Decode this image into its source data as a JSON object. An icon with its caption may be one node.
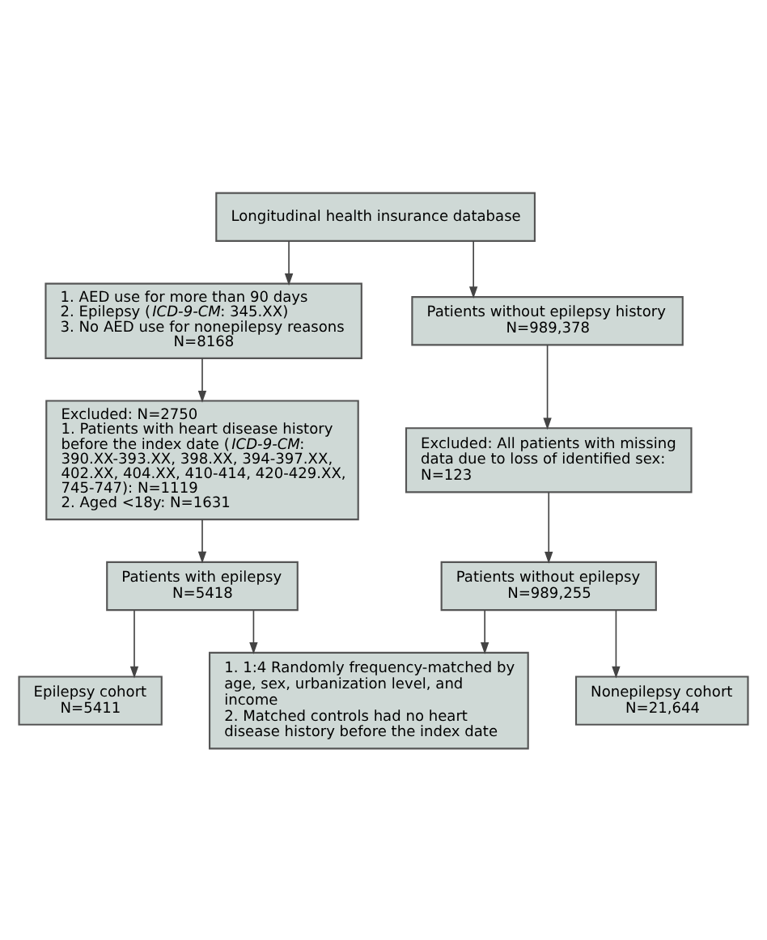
{
  "diagram": {
    "nodes": [
      {
        "text": [
          "Longitudinal health insurance database"
        ]
      },
      {
        "text": [
          "1. AED use for more than 90 days",
          "2. Epilepsy (*ICD-9-CM*: 345.XX)",
          "3. No AED use for nonepilepsy reasons",
          "N=8168"
        ]
      },
      {
        "text": [
          "Patients without epilepsy history",
          "N=989,378"
        ]
      },
      {
        "text": [
          "Excluded: N=2750",
          "1. Patients with heart disease history before the index date (*ICD-9-CM*: 390.XX-393.XX, 398.XX, 394-397.XX, 402.XX, 404.XX, 410-414, 420-429.XX, 745-747): N=1119",
          "2. Aged <18y: N=1631"
        ]
      },
      {
        "text": [
          "Excluded: All patients with missing data due to loss of identified sex: N=123"
        ]
      },
      {
        "text": [
          "Patients with epilepsy",
          "N=5418"
        ]
      },
      {
        "text": [
          "Patients without epilepsy",
          "N=989,255"
        ]
      },
      {
        "text": [
          "1. 1:4 Randomly frequency-matched by age, sex, urbanization level, and income",
          "2. Matched controls had no heart disease history before the index date"
        ]
      },
      {
        "text": [
          "Epilepsy cohort",
          "N=5411"
        ]
      },
      {
        "text": [
          "Nonepilepsy cohort",
          "N=21,644"
        ]
      }
    ],
    "edges": [
      {
        "from": 0,
        "to": 1,
        "arrow": "to"
      },
      {
        "from": 0,
        "to": 2,
        "arrow": "to"
      },
      {
        "from": 1,
        "to": 3,
        "arrow": "to"
      },
      {
        "from": 2,
        "to": 4,
        "arrow": "to"
      },
      {
        "from": 3,
        "to": 5,
        "arrow": "to"
      },
      {
        "from": 4,
        "to": 6,
        "arrow": "to"
      },
      {
        "from": 5,
        "to": 7,
        "arrow": "to"
      },
      {
        "from": 6,
        "to": 7,
        "arrow": "to"
      },
      {
        "from": 5,
        "to": 8,
        "arrow": "to"
      },
      {
        "from": 6,
        "to": 9,
        "arrow": "to"
      }
    ]
  }
}
